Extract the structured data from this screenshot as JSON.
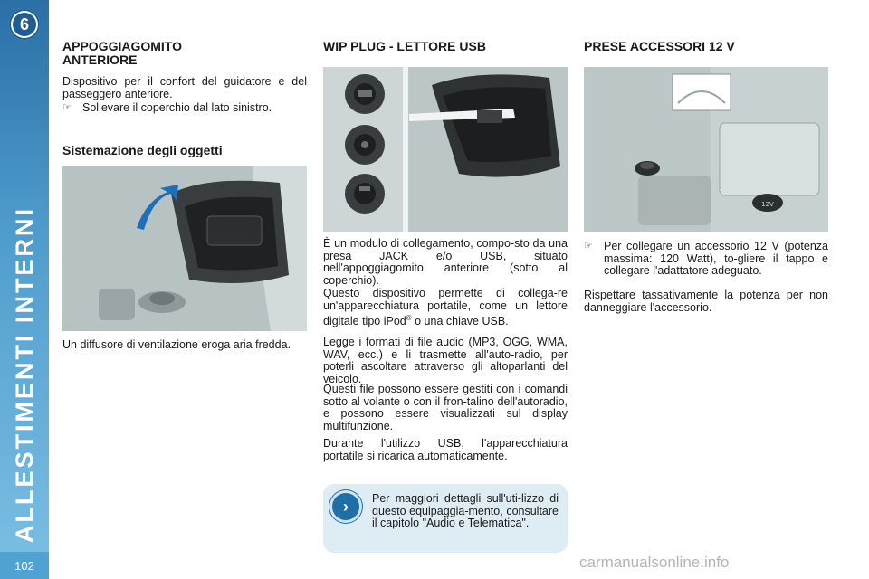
{
  "sidebar": {
    "chapter_number": "6",
    "title": "ALLESTIMENTI INTERNI",
    "page_number": "102"
  },
  "col1": {
    "heading": "APPOGGIAGOMITO ANTERIORE",
    "intro": "Dispositivo per il confort del guidatore e del passeggero anteriore.",
    "bullet": "Sollevare il coperchio dal lato sinistro.",
    "subheading": "Sistemazione degli oggetti",
    "image_icon": "armrest-compartment-photo",
    "note": "Un diffusore di ventilazione eroga aria fredda."
  },
  "col2": {
    "heading": "WIP PLUG - LETTORE USB",
    "image_icon": "usb-jack-ports-photo",
    "p1": "È un modulo di collegamento, compo-sto da una presa JACK e/o USB, situato nell'appoggiagomito anteriore (sotto al coperchio).",
    "p2a": "Questo dispositivo permette di collega-re un'apparecchiatura portatile, come un lettore digitale tipo iPod",
    "p2_sup": "®",
    "p2b": " o una chiave USB.",
    "p3": "Legge i formati di file audio (MP3, OGG, WMA, WAV, ecc.) e li trasmette all'auto-radio, per poterli ascoltare attraverso gli altoparlanti del veicolo.",
    "p4": "Questi file possono essere gestiti con i comandi sotto al volante o con il fron-talino dell'autoradio, e possono essere visualizzati sul display multifunzione.",
    "p5": "Durante l'utilizzo USB, l'apparecchiatura portatile si ricarica automaticamente.",
    "tip": "Per maggiori dettagli sull'uti-lizzo di questo equipaggia-mento, consultare il capitolo \"Audio e Telematica\".",
    "tip_icon": "chevron-right-icon"
  },
  "col3": {
    "heading": "PRESE ACCESSORI 12 V",
    "image_icon": "12v-socket-photo",
    "socket_label": "12V",
    "bullet": "Per collegare un accessorio 12 V (potenza massima: 120 Watt), to-gliere il tappo e collegare l'adattatore adeguato.",
    "note": "Rispettare tassativamente la potenza per non danneggiare l'accessorio."
  },
  "footer": {
    "watermark": "carmanualsonline.info"
  }
}
